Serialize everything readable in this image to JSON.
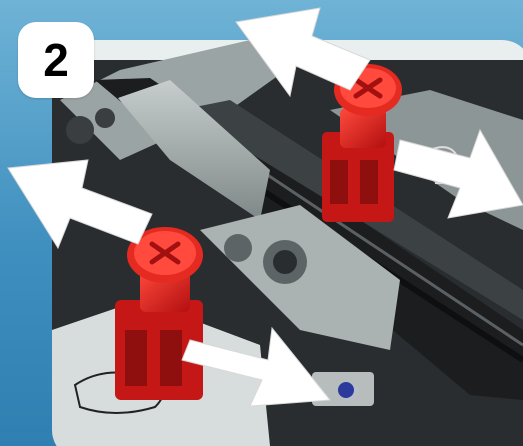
{
  "step": {
    "number": "2"
  },
  "illustration": {
    "subject": "lego-technic-mechanism",
    "arrows": [
      "arrow-up-left",
      "arrow-down-right",
      "arrow-left",
      "arrow-right"
    ],
    "colors": {
      "red_part": "#d91f1f",
      "red_shadow": "#8f0e0e",
      "gray_part": "#9aa3a3",
      "dark_gray": "#4a4f52",
      "black": "#1b1d1f",
      "arrow_white": "#ffffff",
      "background": "#3f8fbf"
    }
  }
}
